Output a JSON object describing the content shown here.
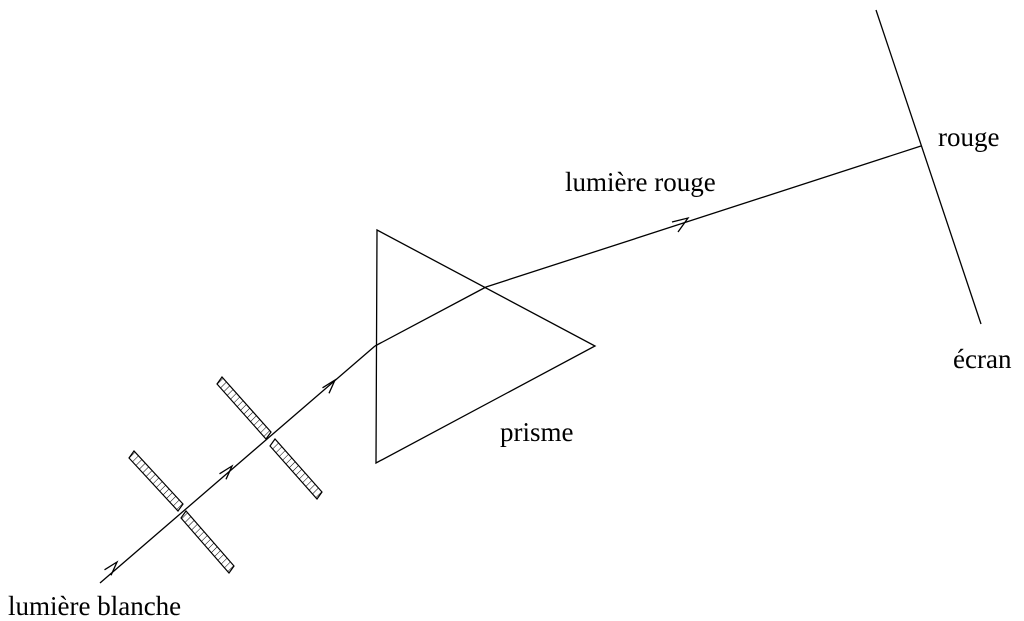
{
  "diagram": {
    "labels": {
      "white_light": "lumière blanche",
      "red_light": "lumière rouge",
      "prism": "prisme",
      "screen": "écran",
      "red_spot": "rouge"
    },
    "colors": {
      "ink": "#000000",
      "background": "#ffffff"
    }
  }
}
